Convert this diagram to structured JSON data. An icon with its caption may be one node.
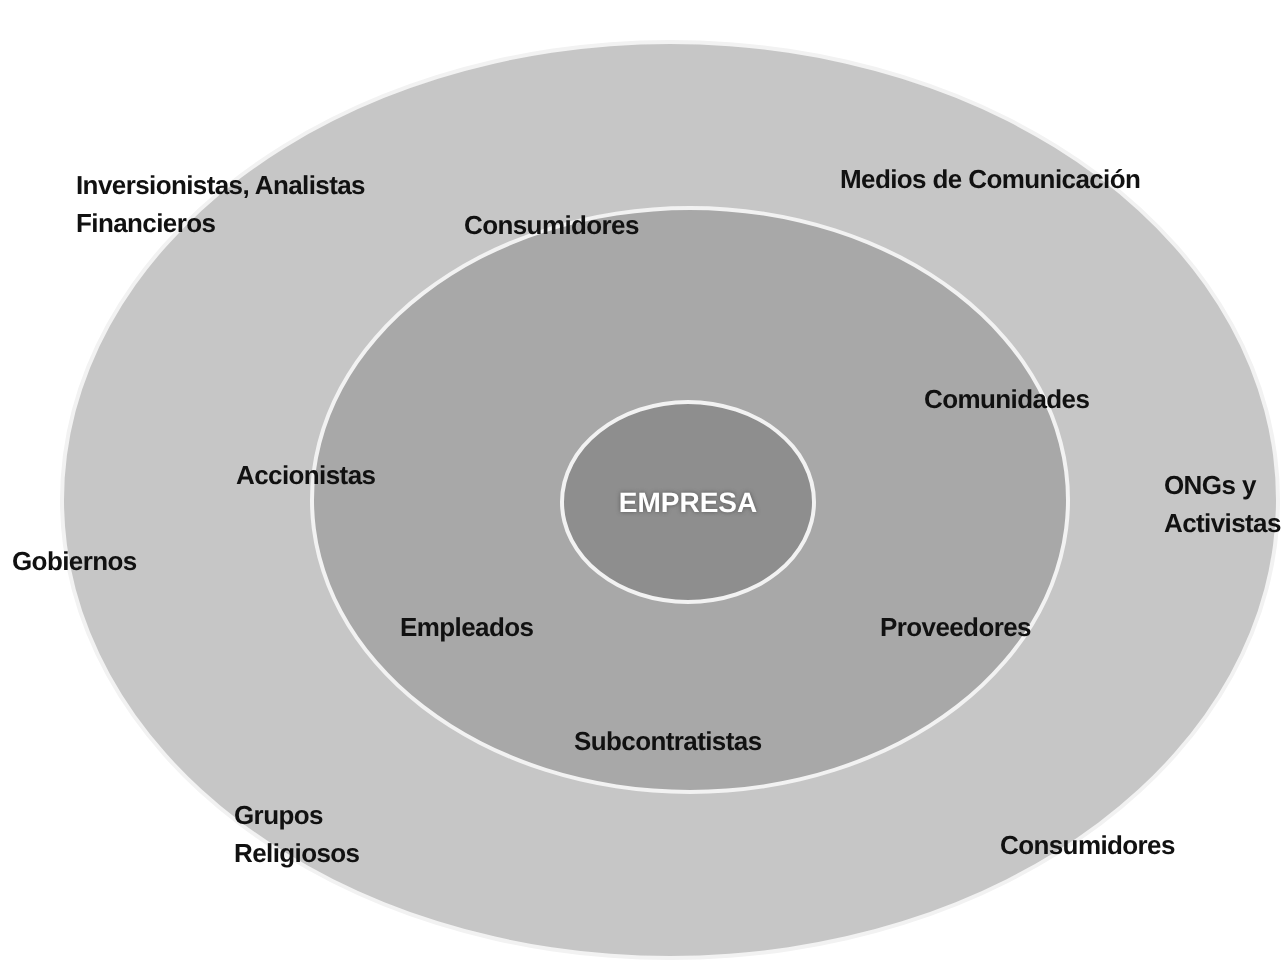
{
  "diagram": {
    "nodes": [
      {
        "text": [],
        "shape": "ellipse"
      },
      {
        "text": [],
        "shape": "ellipse",
        "in": 0
      },
      {
        "text": [
          "EMPRESA"
        ],
        "in": 1
      }
    ],
    "labels": [
      "Inversionistas, Analistas Financieros",
      "Medios de Comunicación",
      "Consumidores",
      "Comunidades",
      "Accionistas",
      "ONGs y Activistas",
      "Gobiernos",
      "Empleados",
      "Proveedores",
      "Subcontratistas",
      "Grupos Religiosos",
      "Consumidores"
    ]
  }
}
